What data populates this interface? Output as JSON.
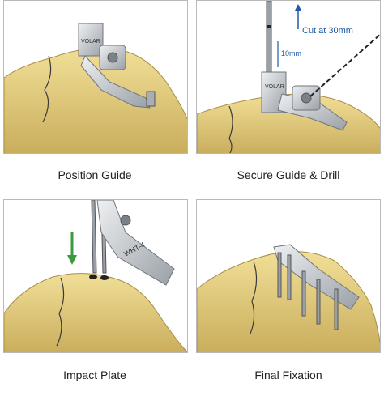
{
  "panels": [
    {
      "caption": "Position Guide",
      "guide_label": "VOLAR"
    },
    {
      "caption": "Secure Guide & Drill",
      "guide_label": "VOLAR",
      "annotation_cut": "Cut at 30mm",
      "annotation_depth": "10mm"
    },
    {
      "caption": "Impact Plate",
      "plate_label": "WHT-4"
    },
    {
      "caption": "Final Fixation"
    }
  ],
  "colors": {
    "bone": "#e8d488",
    "bone_shadow": "#c9b061",
    "metal": "#c8ccd1",
    "metal_dark": "#8d939a",
    "arrow_blue": "#1e5aa8",
    "arrow_green": "#3b9a3b",
    "panel_border": "#b9b9b9"
  }
}
